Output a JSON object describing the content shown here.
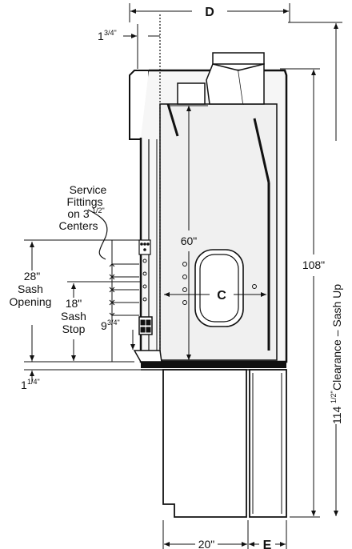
{
  "dimensions": {
    "D": "D",
    "C": "C",
    "E": "E",
    "d_1_3_4_whole": "1",
    "d_1_3_4_frac": "3/4\"",
    "d_60": "60\"",
    "d_108": "108\"",
    "d_28": "28\"",
    "d_18": "18\"",
    "d_9_3_4_whole": "9",
    "d_9_3_4_frac": "3/4\"",
    "d_1_1_4_whole": "1",
    "d_1_1_4_frac": "1/4\"",
    "d_20": "20\""
  },
  "labels": {
    "service_line1": "Service",
    "service_line2": "Fittings",
    "service_line3": "on 3",
    "service_line3_frac": "1/2\"",
    "service_line4": "Centers",
    "sash_opening_line1": "Sash",
    "sash_opening_line2": "Opening",
    "sash_stop_line1": "Sash",
    "sash_stop_line2": "Stop",
    "clearance_prefix": "114",
    "clearance_frac": "1/2\"",
    "clearance_text": "Clearance – Sash Up"
  },
  "colors": {
    "ink": "#111111",
    "cabinet_fill": "#f4f4f4",
    "window_fill": "#ffffff"
  }
}
